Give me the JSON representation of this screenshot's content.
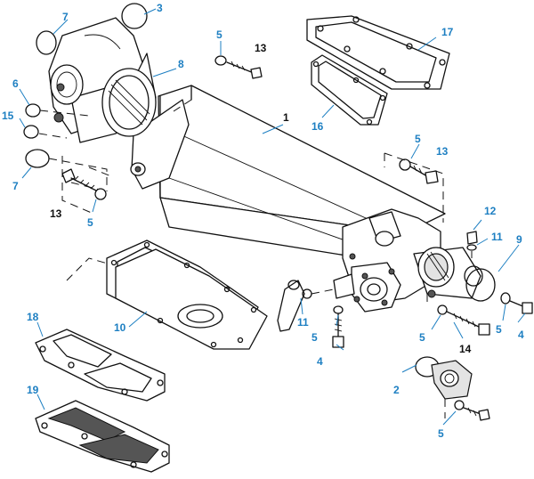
{
  "callouts": {
    "c1": "1",
    "c2": "2",
    "c3": "3",
    "c4a": "4",
    "c4b": "4",
    "c5a": "5",
    "c5b": "5",
    "c5c": "5",
    "c5d": "5",
    "c5e": "5",
    "c5f": "5",
    "c5g": "5",
    "c6": "6",
    "c7a": "7",
    "c7b": "7",
    "c8": "8",
    "c9": "9",
    "c10": "10",
    "c11a": "11",
    "c11b": "11",
    "c12": "12",
    "c13a": "13",
    "c13b": "13",
    "c13c": "13",
    "c14": "14",
    "c15": "15",
    "c16": "16",
    "c17": "17",
    "c18": "18",
    "c19": "19"
  },
  "colors": {
    "callout_blue": "#1d7fc2",
    "callout_black": "#111111",
    "line": "#111111"
  }
}
